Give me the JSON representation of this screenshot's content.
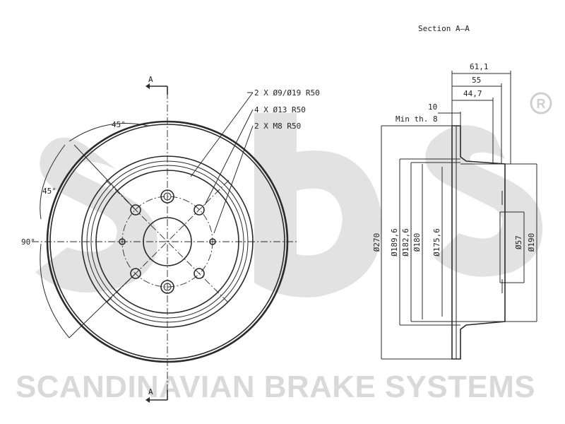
{
  "section_title": "Section A–A",
  "section_markers": {
    "top": "A",
    "bottom": "A"
  },
  "holes": [
    {
      "label": "2 X Ø9/Ø19  R50"
    },
    {
      "label": "4 X Ø13   R50"
    },
    {
      "label": "2 X M8   R50"
    }
  ],
  "angles": {
    "a1": "45°",
    "a2": "45°",
    "a3": "90°"
  },
  "dims_horizontal": {
    "d1": "61,1",
    "d2": "55",
    "d3": "44,7",
    "d4": "10",
    "min_thickness": "Min th. 8"
  },
  "dims_vertical": {
    "d270": "Ø270",
    "d189": "Ø189,6",
    "d182": "Ø182,6",
    "d180": "Ø180",
    "d175": "Ø175,6",
    "d57": "Ø57",
    "d190": "Ø190"
  },
  "brand": {
    "registered_mark": "R",
    "tagline": "SCANDINAVIAN BRAKE SYSTEMS"
  },
  "colors": {
    "line": "#2a2a2a",
    "watermark": "#e2e2e2"
  }
}
